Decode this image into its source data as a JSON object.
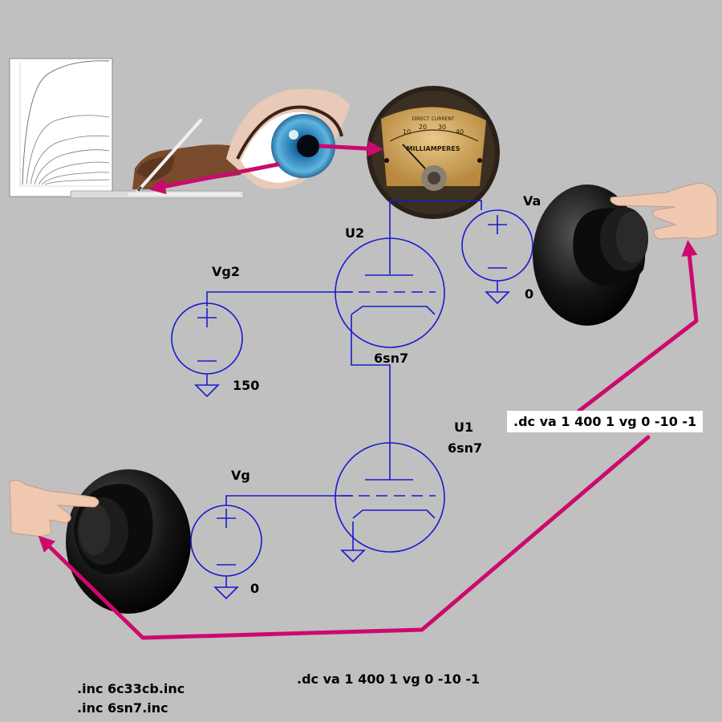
{
  "components": {
    "u2": {
      "name": "U2",
      "model": "6sn7"
    },
    "u1": {
      "name": "U1",
      "model": "6sn7"
    },
    "vg2": {
      "name": "Vg2",
      "value": "150"
    },
    "vg": {
      "name": "Vg",
      "value": "0"
    },
    "va": {
      "name": "Va",
      "value": "0"
    }
  },
  "directives": {
    "dc_sweep": ".dc va 1 400 1 vg 0 -10 -1",
    "dc_sweep_callout": ".dc va 1 400 1 vg 0 -10 -1",
    "include_1": ".inc 6c33cb.inc",
    "include_2": ".inc 6sn7.inc"
  },
  "meter": {
    "brand": "DIRECT CURRENT",
    "unit": "MILLIAMPERES",
    "scale": [
      "10",
      "20",
      "30",
      "40"
    ]
  },
  "colors": {
    "background": "#c0c0c0",
    "wire": "#1a1ad0",
    "arrow": "#cc0a6e"
  },
  "icons": [
    "eye-icon",
    "hand-pen-icon",
    "pointing-hand-icon",
    "knob-icon",
    "milliammeter-icon",
    "plate-curves-icon"
  ]
}
